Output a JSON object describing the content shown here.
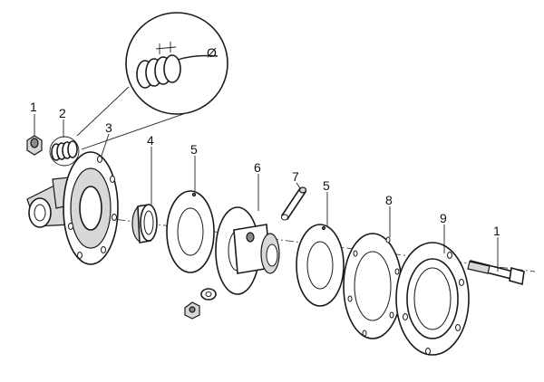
{
  "callouts": [
    {
      "id": "c1a",
      "text": "1"
    },
    {
      "id": "c2",
      "text": "2"
    },
    {
      "id": "c3",
      "text": "3"
    },
    {
      "id": "c4",
      "text": "4"
    },
    {
      "id": "c5a",
      "text": "5"
    },
    {
      "id": "c6",
      "text": "6"
    },
    {
      "id": "c7",
      "text": "7"
    },
    {
      "id": "c5b",
      "text": "5"
    },
    {
      "id": "c8",
      "text": "8"
    },
    {
      "id": "c9",
      "text": "9"
    },
    {
      "id": "c1b",
      "text": "1"
    }
  ],
  "detail": {
    "diameter_symbol": "Ø"
  }
}
